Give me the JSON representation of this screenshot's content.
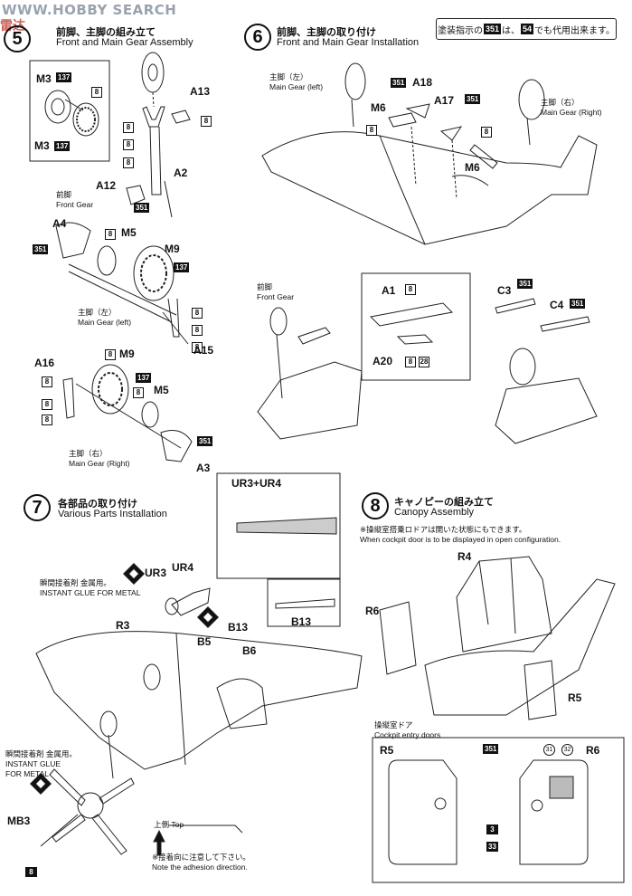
{
  "watermark": "WWW.HOBBY SEARCH",
  "watermark_jp": "雷达",
  "paint_note": {
    "pre": "塗装指示の",
    "code1": "351",
    "mid": "は、",
    "code2": "54",
    "post": "でも代用出来ます。"
  },
  "steps": [
    {
      "num": "5",
      "jp": "前脚、主脚の組み立て",
      "en": "Front and Main Gear Assembly"
    },
    {
      "num": "6",
      "jp": "前脚、主脚の取り付け",
      "en": "Front and Main Gear Installation"
    },
    {
      "num": "7",
      "jp": "各部品の取り付け",
      "en": "Various Parts Installation"
    },
    {
      "num": "8",
      "jp": "キャノピーの組み立て",
      "en": "Canopy Assembly"
    }
  ],
  "step5": {
    "wheel_inset": {
      "top_part": "M3",
      "top_code": "137",
      "bot_part": "M3",
      "bot_code": "137",
      "side_code": "8"
    },
    "front_gear": {
      "a13": "A13",
      "a2": "A2",
      "a12": "A12",
      "code_351": "351",
      "codes": [
        "8",
        "8",
        "8",
        "8"
      ],
      "jp": "前脚",
      "en": "Front Gear"
    },
    "main_left": {
      "a4": "A4",
      "code_351": "351",
      "m5": "M5",
      "m5_code": "8",
      "m9": "M9",
      "m9_code": "137",
      "a15": "A15",
      "codes": [
        "8",
        "8",
        "8"
      ],
      "jp": "主脚（左）",
      "en": "Main Gear (left)"
    },
    "main_right": {
      "a16": "A16",
      "m9": "M9",
      "m9_code": "8",
      "m9_code2": "137",
      "m5": "M5",
      "m5_code": "8",
      "code_351": "351",
      "a3": "A3",
      "codes": [
        "8",
        "8",
        "8"
      ],
      "jp": "主脚（右）",
      "en": "Main Gear (Right)"
    }
  },
  "step6": {
    "left_jp": "主脚（左）",
    "left_en": "Main Gear (left)",
    "right_jp": "主脚（右）",
    "right_en": "Main Gear (Right)",
    "m6_a": "M6",
    "m6_a_code": "8",
    "a18": "A18",
    "a18_code": "351",
    "a17": "A17",
    "a17_code": "351",
    "m6_b": "M6",
    "m6_b_code": "8",
    "front_jp": "前脚",
    "front_en": "Front Gear",
    "a1": "A1",
    "a1_code": "8",
    "a20": "A20",
    "a20_code": "8",
    "a20_code2": "28",
    "c3": "C3",
    "c3_code": "351",
    "c4": "C4",
    "c4_code": "351"
  },
  "step7": {
    "ur_detail": "UR3+UR4",
    "ur3": "UR3",
    "ur4": "UR4",
    "glue_jp": "瞬間接着剤 金属用。",
    "glue_en": "INSTANT GLUE FOR METAL",
    "r3": "R3",
    "b5": "B5",
    "b13": "B13",
    "b6": "B6",
    "b13_detail": "B13",
    "glue2_jp": "瞬間接着剤 金属用。",
    "glue2_en1": "INSTANT GLUE",
    "glue2_en2": "FOR METAL",
    "mb3": "MB3",
    "mb3_code": "8",
    "top_jp": "上側",
    "top_en": "Top",
    "dir_jp": "※接着向に注意して下さい。",
    "dir_en": "Note the adhesion direction."
  },
  "step8": {
    "note_jp": "※操縦室搭乗ロドアは開いた状態にもできます。",
    "note_en": "When cockpit door is to be displayed in open configuration.",
    "r4": "R4",
    "r6": "R6",
    "r5": "R5",
    "doors_jp": "操縦室ドア",
    "doors_en": "Cockpit entry doors",
    "d_r5": "R5",
    "d_351": "351",
    "d_31": "31",
    "d_32": "32",
    "d_r6": "R6",
    "d_3": "3",
    "d_33": "33"
  },
  "colors": {
    "ink": "#111111",
    "watermark": "#9aa3ad"
  }
}
